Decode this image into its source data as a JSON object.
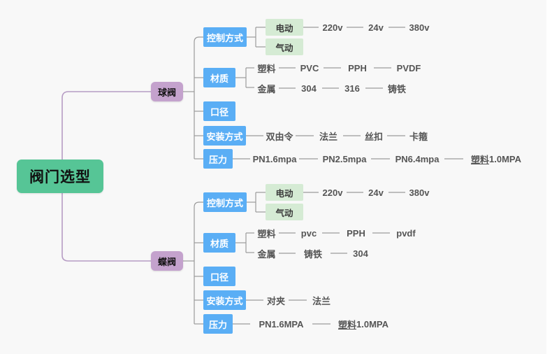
{
  "diagram": {
    "type": "mind-map",
    "title": "阀门选型",
    "background_color": "#f8f8f8",
    "colors": {
      "root": "#56c596",
      "level2": "#c4a2cd",
      "level3": "#5aaef5",
      "chip": "#d5ebd4",
      "edge_root": "#b69cc4",
      "edge_gray": "#9a9a9a",
      "plain_text": "#555555"
    }
  },
  "root": {
    "label": "阀门选型"
  },
  "branches": [
    {
      "id": "ball-valve",
      "label": "球阀",
      "categories": [
        {
          "id": "ball-control",
          "label": "控制方式",
          "chips": [
            {
              "label": "电动",
              "chain": [
                "220v",
                "24v",
                "380v"
              ]
            },
            {
              "label": "气动",
              "chain": []
            }
          ]
        },
        {
          "id": "ball-material",
          "label": "材质",
          "groups": [
            {
              "label": "塑料",
              "chain": [
                "PVC",
                "PPH",
                "PVDF"
              ]
            },
            {
              "label": "金属",
              "chain": [
                "304",
                "316",
                "铸铁"
              ]
            }
          ]
        },
        {
          "id": "ball-diameter",
          "label": "口径",
          "chain": []
        },
        {
          "id": "ball-install",
          "label": "安装方式",
          "chain": [
            "双由令",
            "法兰",
            "丝扣",
            "卡箍"
          ]
        },
        {
          "id": "ball-pressure",
          "label": "压力",
          "chain": [
            "PN1.6mpa",
            "PN2.5mpa",
            "PN6.4mpa",
            "塑料1.0MPA"
          ],
          "underlined_last_prefix": "塑料"
        }
      ]
    },
    {
      "id": "butterfly-valve",
      "label": "蝶阀",
      "categories": [
        {
          "id": "bf-control",
          "label": "控制方式",
          "chips": [
            {
              "label": "电动",
              "chain": [
                "220v",
                "24v",
                "380v"
              ]
            },
            {
              "label": "气动",
              "chain": []
            }
          ]
        },
        {
          "id": "bf-material",
          "label": "材质",
          "groups": [
            {
              "label": "塑料",
              "chain": [
                "pvc",
                "PPH",
                "pvdf"
              ]
            },
            {
              "label": "金属",
              "chain": [
                "铸铁",
                "304"
              ]
            }
          ]
        },
        {
          "id": "bf-diameter",
          "label": "口径",
          "chain": []
        },
        {
          "id": "bf-install",
          "label": "安装方式",
          "chain": [
            "对夹",
            "法兰"
          ]
        },
        {
          "id": "bf-pressure",
          "label": "压力",
          "chain": [
            "PN1.6MPA",
            "塑料1.0MPA"
          ],
          "underlined_last_prefix": "塑料"
        }
      ]
    }
  ],
  "labels": {
    "ball": {
      "name": "球阀",
      "control": "控制方式",
      "electric": "电动",
      "pneumatic": "气动",
      "v220": "220v",
      "v24": "24v",
      "v380": "380v",
      "material": "材质",
      "plastic": "塑料",
      "metal": "金属",
      "pvc": "PVC",
      "pph": "PPH",
      "pvdf": "PVDF",
      "m304": "304",
      "m316": "316",
      "cast_iron": "铸铁",
      "diameter": "口径",
      "install": "安装方式",
      "i1": "双由令",
      "i2": "法兰",
      "i3": "丝扣",
      "i4": "卡箍",
      "pressure": "压力",
      "p1": "PN1.6mpa",
      "p2": "PN2.5mpa",
      "p3": "PN6.4mpa",
      "p4_prefix": "塑料",
      "p4_suffix": "1.0MPA"
    },
    "butterfly": {
      "name": "蝶阀",
      "control": "控制方式",
      "electric": "电动",
      "pneumatic": "气动",
      "v220": "220v",
      "v24": "24v",
      "v380": "380v",
      "material": "材质",
      "plastic": "塑料",
      "metal": "金属",
      "pvc": "pvc",
      "pph": "PPH",
      "pvdf": "pvdf",
      "cast_iron": "铸铁",
      "m304": "304",
      "diameter": "口径",
      "install": "安装方式",
      "i1": "对夹",
      "i2": "法兰",
      "pressure": "压力",
      "p1": "PN1.6MPA",
      "p2_prefix": "塑料",
      "p2_suffix": "1.0MPA"
    }
  }
}
